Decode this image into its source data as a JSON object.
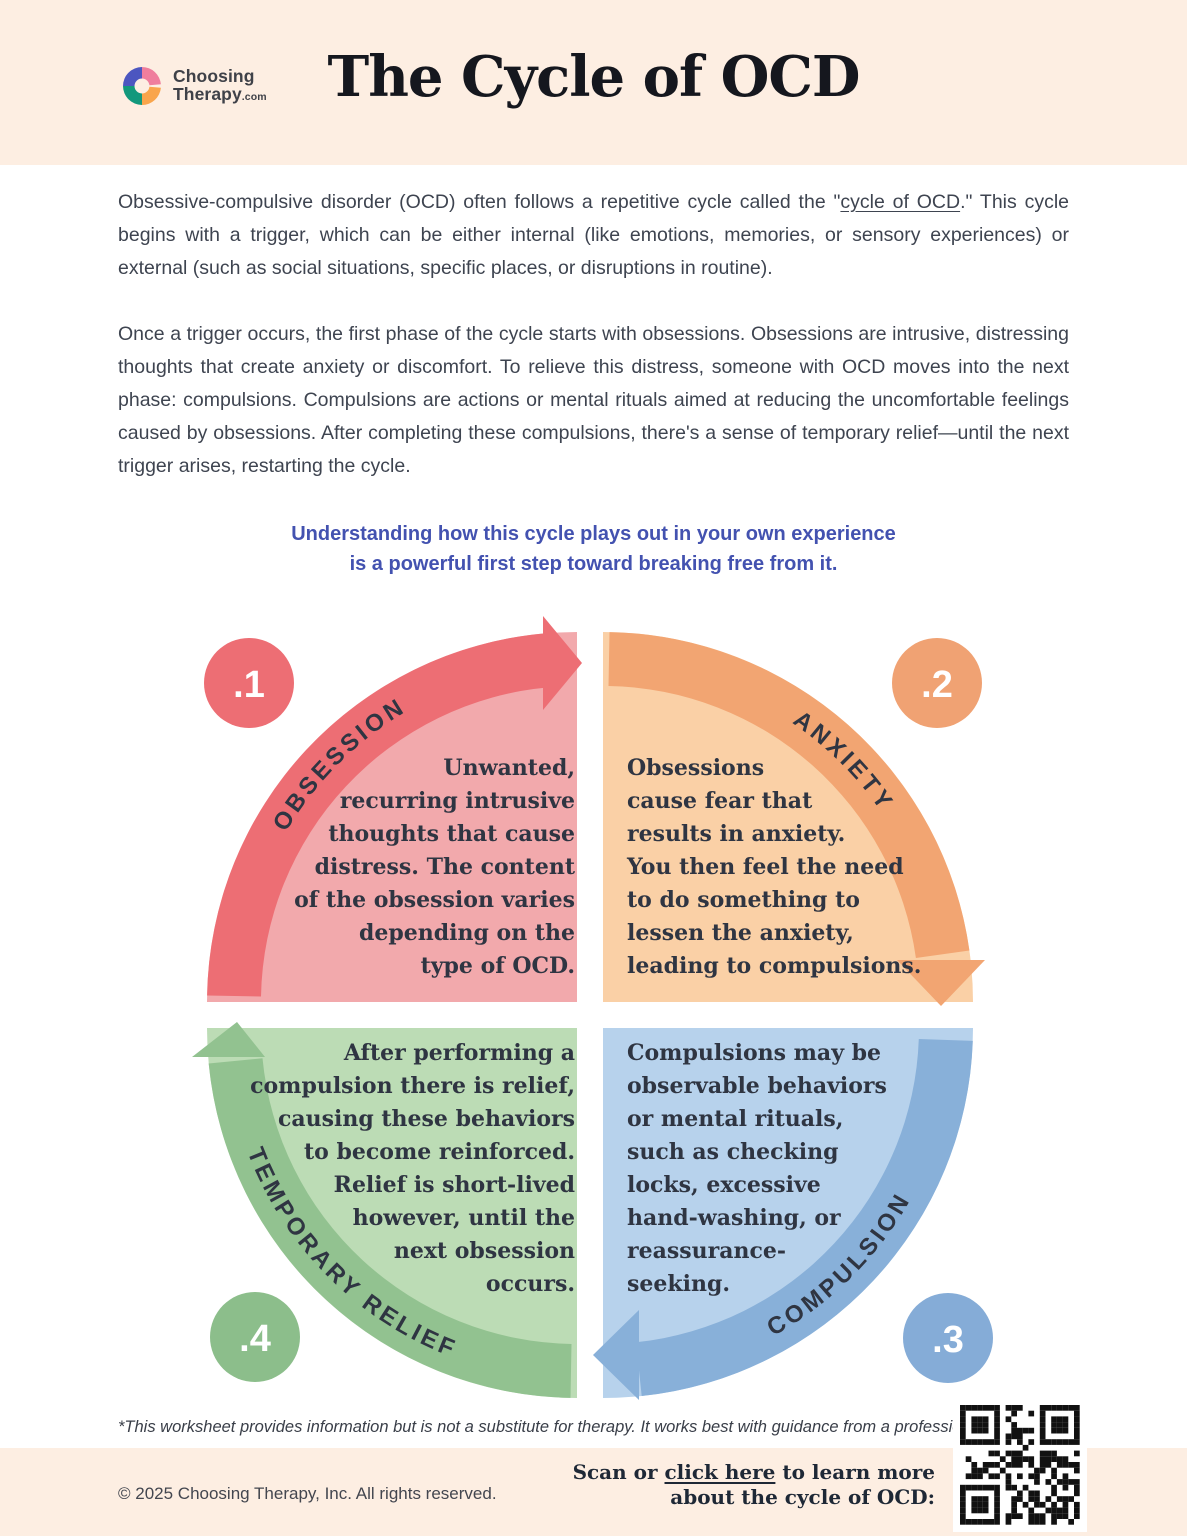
{
  "header": {
    "brand_line1": "Choosing",
    "brand_line2": "Therapy",
    "brand_suffix": ".com",
    "title": "The Cycle of OCD"
  },
  "intro": {
    "p1_before": "Obsessive-compulsive disorder (OCD) often follows a repetitive cycle called the \"",
    "p1_link": "cycle of OCD",
    "p1_after": ".\" This cycle begins with a trigger, which can be either internal (like emotions, memories, or sensory experiences) or external (such as social situations, specific places, or disruptions in routine).",
    "p2": "Once a trigger occurs, the first phase of the cycle starts with obsessions. Obsessions are intrusive, distressing thoughts that create anxiety or discomfort. To relieve this distress, someone with OCD moves into the next phase: compulsions. Compulsions are actions or mental rituals aimed at reducing the uncomfortable feelings caused by obsessions. After completing these compulsions, there's a sense of temporary relief—until the next trigger arises, restarting the cycle.",
    "highlight_lines": [
      "Understanding how this cycle plays out in your own experience",
      "is a powerful first step toward breaking free from it."
    ]
  },
  "diagram": {
    "quadrants": [
      {
        "number": ".1",
        "label": "OBSESSION",
        "badge_color": "#ED6E74",
        "band_color": "#ED6E74",
        "fill_color": "#F2A9AC",
        "lines": [
          "Unwanted,",
          "recurring intrusive",
          "thoughts that cause",
          "distress. The content",
          "of the obsession varies",
          "depending on the",
          "type of OCD."
        ]
      },
      {
        "number": ".2",
        "label": "ANXIETY",
        "badge_color": "#F0A273",
        "band_color": "#F2A572",
        "fill_color": "#FAD0A6",
        "lines": [
          "Obsessions",
          "cause fear that",
          "results in anxiety.",
          "You then feel the need",
          "to do something to",
          "lessen the anxiety,",
          "leading to compulsions."
        ]
      },
      {
        "number": ".3",
        "label": "COMPULSION",
        "badge_color": "#85ACD7",
        "band_color": "#88B0D9",
        "fill_color": "#B7D2EC",
        "lines": [
          "Compulsions may be",
          "observable behaviors",
          "or mental rituals,",
          "such as checking",
          "locks, excessive",
          "hand-washing, or",
          "reassurance-",
          "seeking."
        ]
      },
      {
        "number": ".4",
        "label": "TEMPORARY RELIEF",
        "badge_color": "#8CBE8B",
        "band_color": "#92C290",
        "fill_color": "#BCDCB5",
        "lines": [
          "After performing a",
          "compulsion there is relief,",
          "causing these behaviors",
          "to become reinforced.",
          "Relief is short-lived",
          "however, until the",
          "next obsession",
          "occurs."
        ]
      }
    ]
  },
  "footer": {
    "disclaimer": "*This worksheet provides information but is not a substitute for therapy. It works best with guidance from a professional.",
    "copyright": "© 2025 Choosing Therapy, Inc. All rights reserved.",
    "scan_before": "Scan or ",
    "scan_link": "click here",
    "scan_mid": " to learn more",
    "scan_line2": "about the cycle of OCD:"
  },
  "colors": {
    "band_background": "#FDEEE2",
    "body_text": "#3E4450",
    "heading_text": "#15171E",
    "highlight_blue": "#4352B0",
    "quadrant_text": "#2F3542",
    "logo_indigo": "#4C56C0",
    "logo_pink": "#EF7E9D",
    "logo_teal": "#13987C",
    "logo_orange": "#F9A54C",
    "qr_black": "#111111"
  }
}
